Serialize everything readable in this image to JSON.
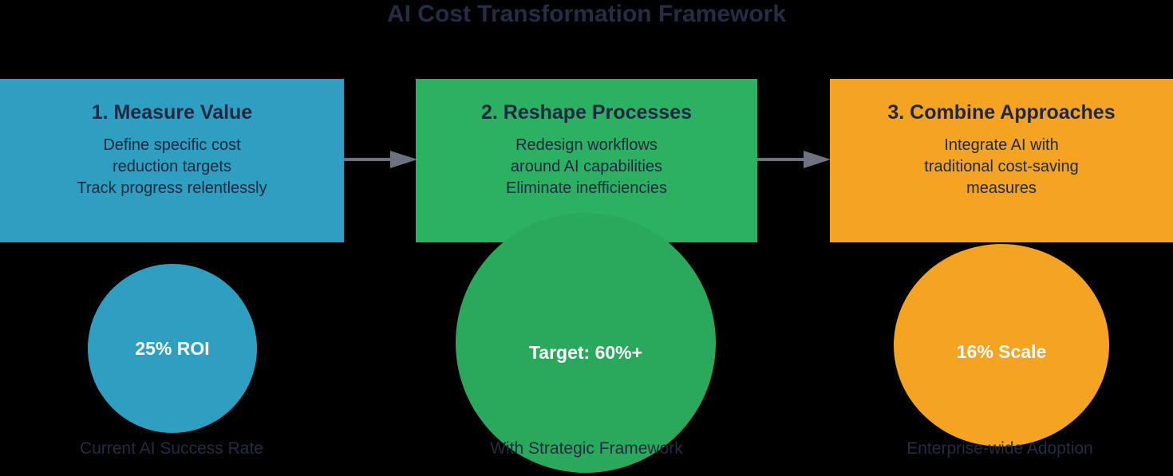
{
  "title": "AI Cost Transformation Framework",
  "colors": {
    "background": "#000000",
    "teal": "#2E9FC0",
    "green_box": "#2CB062",
    "green_circle": "#2AA95C",
    "orange": "#F4A322",
    "arrow_gray": "#6B7280",
    "dark_text": "#242B42",
    "circle_text": "#FFFFFF"
  },
  "steps": [
    {
      "title": "1. Measure Value",
      "lines": [
        "Define specific cost",
        "reduction targets",
        "Track progress relentlessly"
      ],
      "metric": "25% ROI",
      "caption": "Current AI Success Rate"
    },
    {
      "title": "2. Reshape Processes",
      "lines": [
        "Redesign workflows",
        "around AI capabilities",
        "Eliminate inefficiencies"
      ],
      "metric": "Target: 60%+",
      "caption": "With Strategic Framework"
    },
    {
      "title": "3. Combine Approaches",
      "lines": [
        "Integrate AI with",
        "traditional cost-saving",
        "measures"
      ],
      "metric": "16% Scale",
      "caption": "Enterprise-wide Adoption"
    }
  ]
}
